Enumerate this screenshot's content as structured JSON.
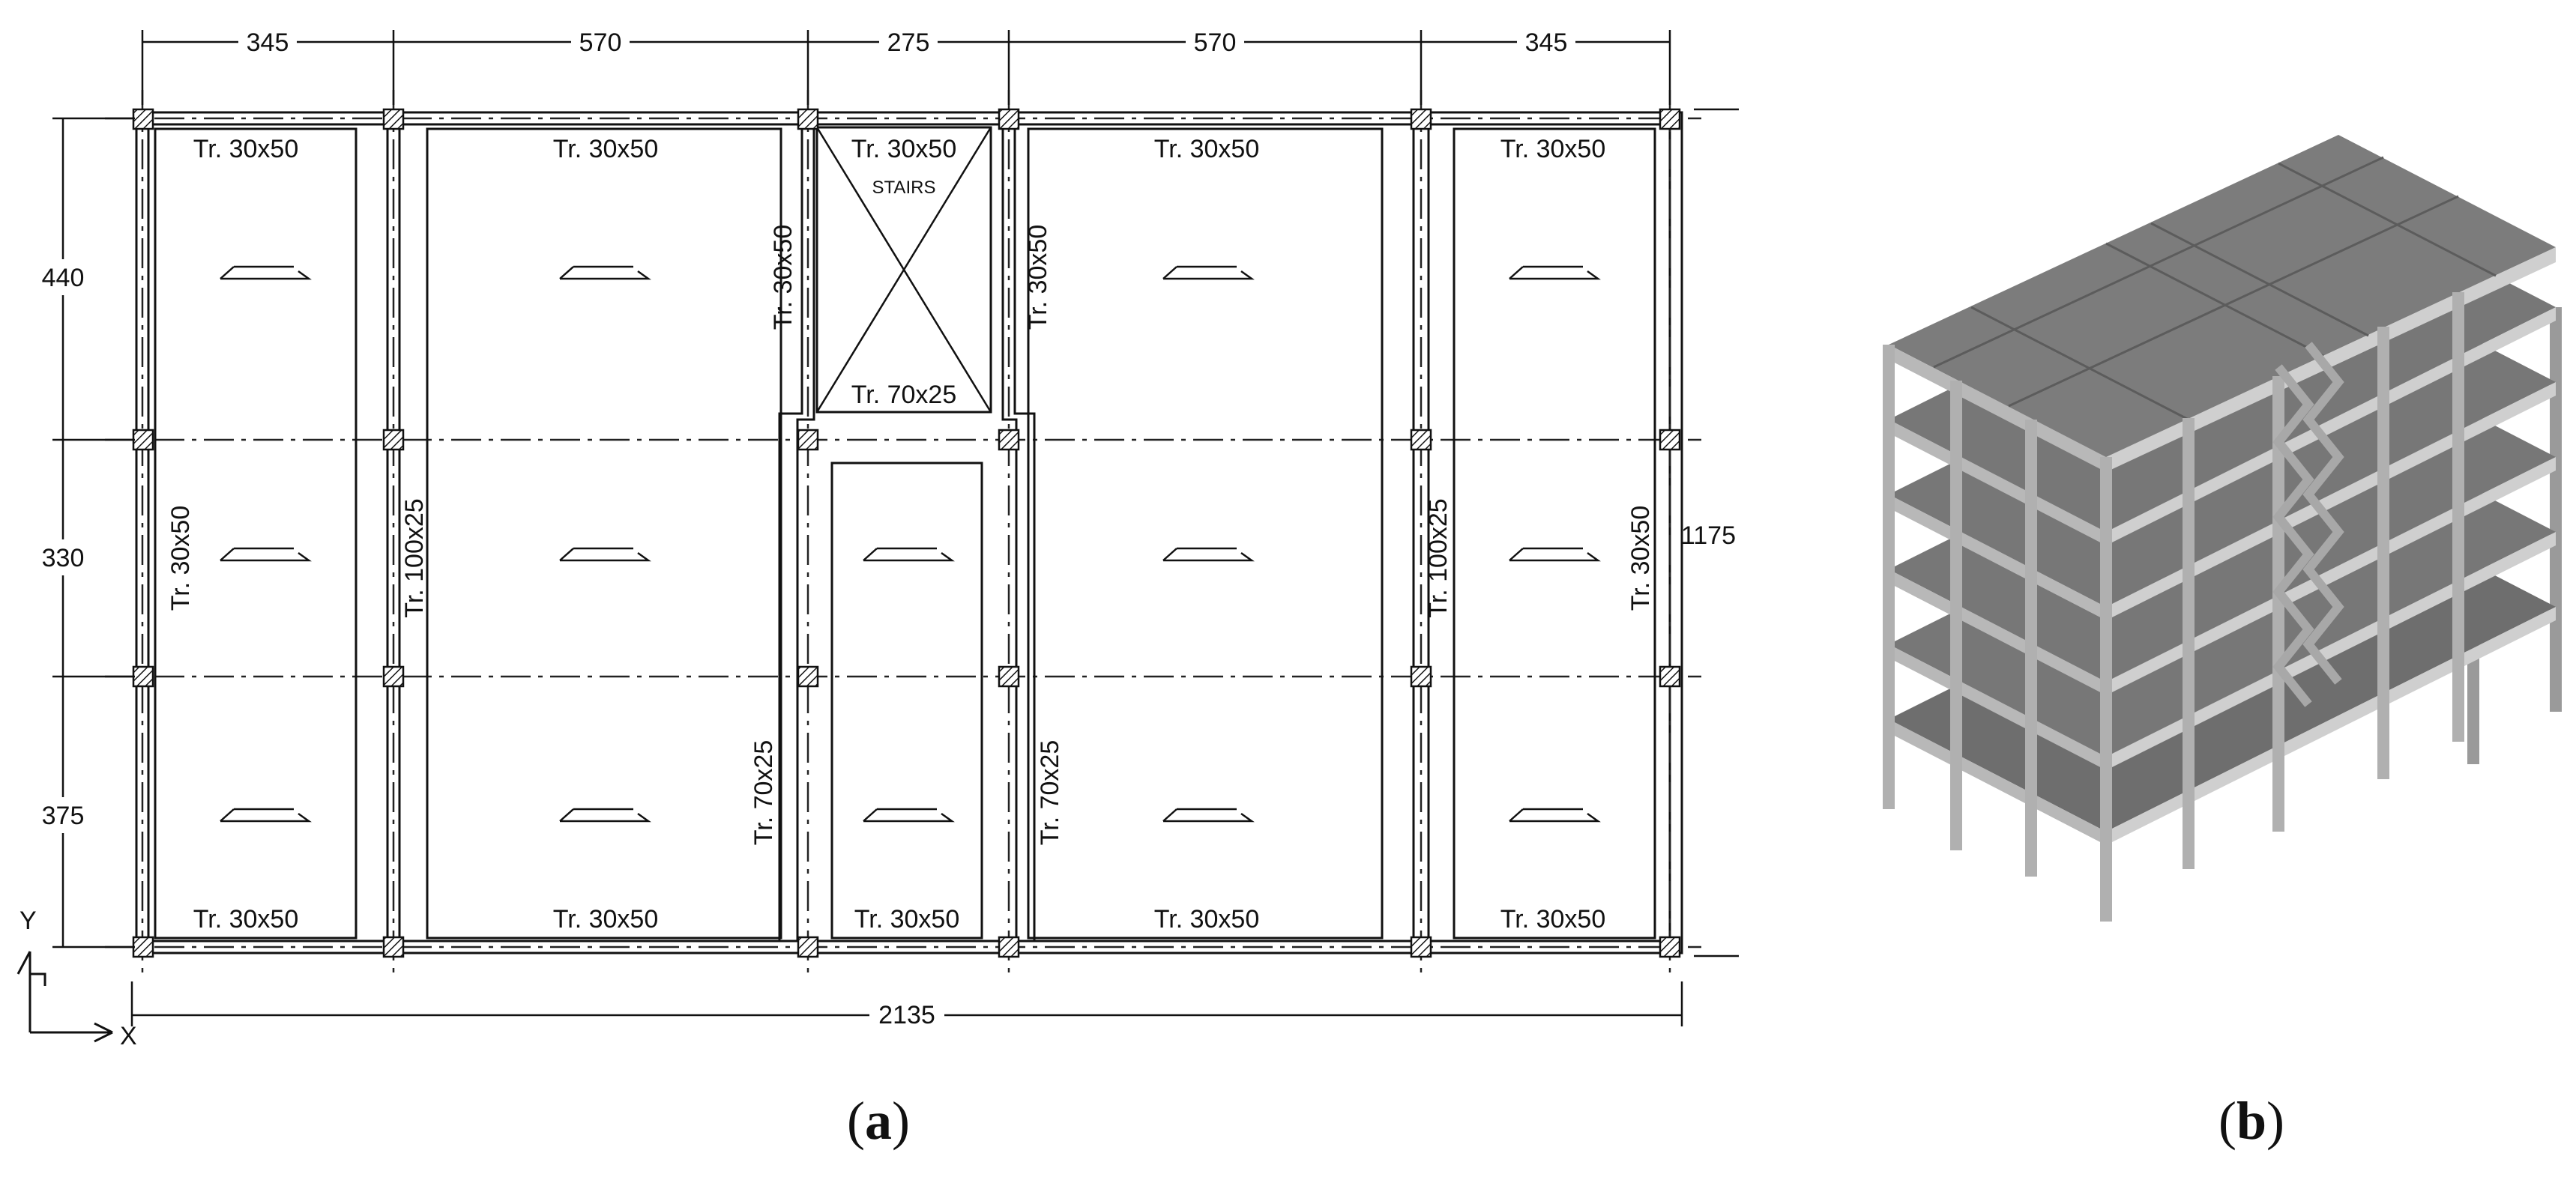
{
  "plan": {
    "top_dims": [
      "345",
      "570",
      "275",
      "570",
      "345"
    ],
    "left_dims": [
      "440",
      "330",
      "375"
    ],
    "total_width": "2135",
    "total_height": "1175",
    "axis_y": "Y",
    "axis_x": "X",
    "stairs_label": "STAIRS",
    "beam_labels": {
      "b1_top": "Tr. 30x50",
      "b2_top": "Tr. 30x50",
      "b3_top": "Tr. 30x50",
      "b4_top": "Tr. 30x50",
      "b5_top": "Tr. 30x50",
      "stairs_bottom": "Tr. 70x25",
      "b1_bot": "Tr. 30x50",
      "b2_bot": "Tr. 30x50",
      "b3_bot": "Tr. 30x50",
      "b4_bot": "Tr. 30x50",
      "b5_bot": "Tr. 30x50",
      "stair_left_v": "Tr. 30x50",
      "stair_right_v": "Tr. 30x50",
      "left_edge_v": "Tr. 30x50",
      "left_inner_v": "Tr. 100x25",
      "right_inner_v": "Tr. 100x25",
      "right_edge_v": "Tr. 30x50",
      "mid_left_v": "Tr. 70x25",
      "mid_right_v": "Tr. 70x25"
    }
  },
  "captions": {
    "a_letter": "a",
    "b_letter": "b"
  }
}
